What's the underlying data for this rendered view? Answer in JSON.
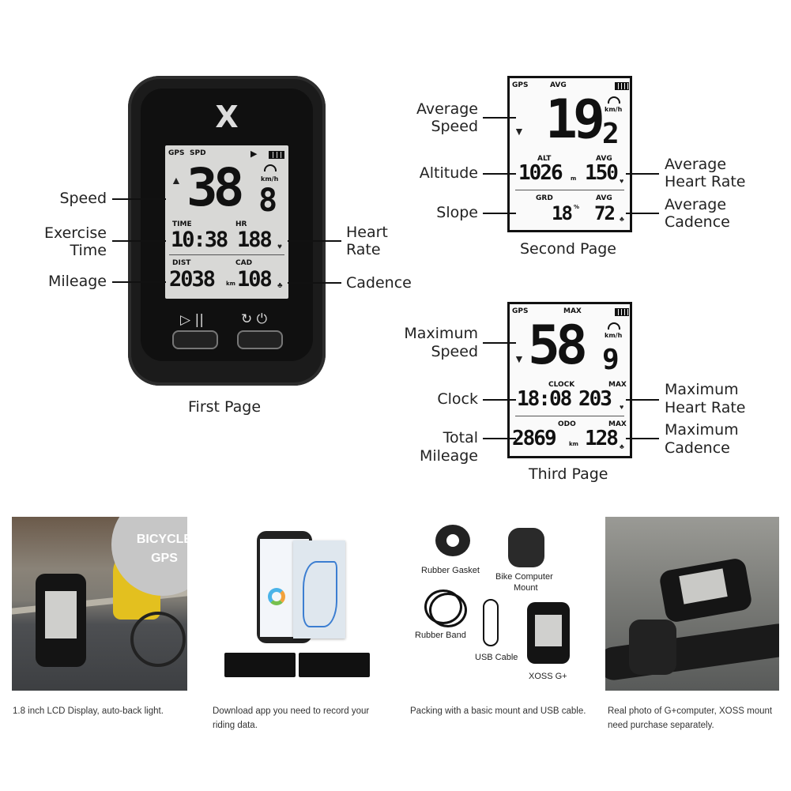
{
  "device": {
    "logo": "X",
    "status": "GPS",
    "spd_label": "SPD",
    "speed_main": "38",
    "speed_dec": "8",
    "unit": "km/h",
    "time_label": "TIME",
    "time_value": "10:38",
    "hr_label": "HR",
    "hr_value": "188",
    "dist_label": "DIST",
    "dist_value": "2038",
    "dist_dec": "km",
    "cad_label": "CAD",
    "cad_value": "108",
    "btn_left": "▷ ||",
    "btn_right": "↻ ⏻"
  },
  "first_page": {
    "labels": {
      "speed": "Speed",
      "exercise_time": [
        "Exercise",
        "Time"
      ],
      "mileage": "Mileage",
      "heart_rate": [
        "Heart",
        "Rate"
      ],
      "cadence": "Cadence"
    },
    "caption": "First Page"
  },
  "second_page": {
    "screen": {
      "status": "GPS",
      "avg": "AVG",
      "speed_main": "19",
      "speed_dec": "2",
      "unit": "km/h",
      "alt_label": "ALT",
      "alt_value": "1026",
      "alt_unit": "m",
      "avg_label": "AVG",
      "avg_hr": "150",
      "grd_label": "GRD",
      "grd_value": "18",
      "grd_unit": "%",
      "avg2_label": "AVG",
      "avg_cad": "72"
    },
    "labels": {
      "average_speed": [
        "Average",
        "Speed"
      ],
      "altitude": "Altitude",
      "slope": "Slope",
      "average_heart_rate": [
        "Average",
        "Heart Rate"
      ],
      "average_cadence": [
        "Average",
        "Cadence"
      ]
    },
    "caption": "Second Page"
  },
  "third_page": {
    "screen": {
      "status": "GPS",
      "max": "MAX",
      "speed_main": "58",
      "speed_dec": "9",
      "unit": "km/h",
      "clock_label": "CLOCK",
      "clock_value": "18:08",
      "max_label": "MAX",
      "max_hr": "203",
      "odo_label": "ODO",
      "odo_value": "2869",
      "odo_unit": "km",
      "max2_label": "MAX",
      "max_cad": "128"
    },
    "labels": {
      "maximum_speed": [
        "Maximum",
        "Speed"
      ],
      "clock": "Clock",
      "total_mileage": [
        "Total",
        "Mileage"
      ],
      "maximum_heart_rate": [
        "Maximum",
        "Heart Rate"
      ],
      "maximum_cadence": [
        "Maximum",
        "Cadence"
      ]
    },
    "caption": "Third Page"
  },
  "features": [
    {
      "badge": [
        "BICYCLE",
        "GPS"
      ],
      "text": "1.8 inch LCD Display, auto-back light."
    },
    {
      "text": "Download app you need to record your riding data."
    },
    {
      "items": [
        "Rubber Gasket",
        "Bike Computer Mount",
        "Rubber Band",
        "USB Cable",
        "XOSS G+"
      ],
      "text": "Packing with a basic mount and USB cable."
    },
    {
      "text": "Real photo of G+computer, XOSS mount need purchase separately."
    }
  ],
  "colors": {
    "device_body": "#1a1a1a",
    "lcd_bg": "#d8d8d6",
    "text": "#222222"
  }
}
